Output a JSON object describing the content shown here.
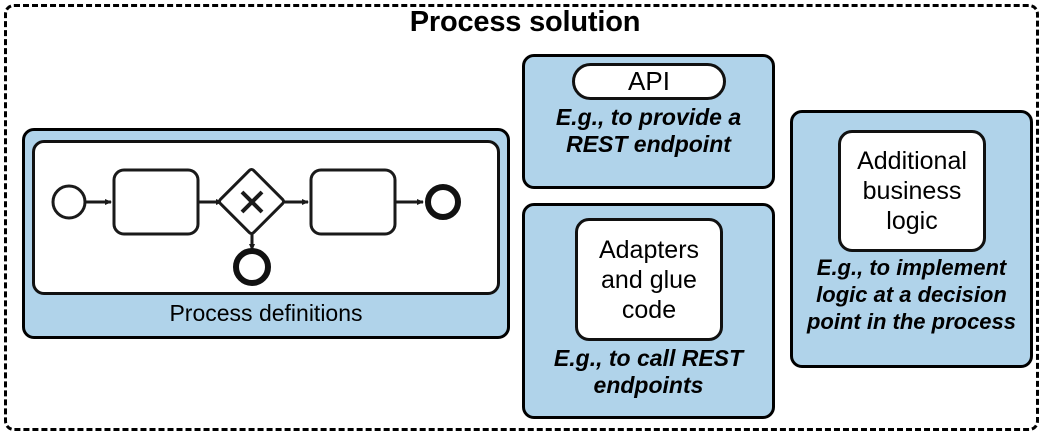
{
  "diagram": {
    "title": "Process solution",
    "outer_border_style": "dashed",
    "accent_color": "#b0d3ea",
    "line_color": "#000000",
    "panels": [
      {
        "id": "process-definitions",
        "label": "Process definitions",
        "caption": "",
        "contains": "bpmn-process-model"
      },
      {
        "id": "api",
        "label": "API",
        "caption": "E.g., to provide a\nREST endpoint"
      },
      {
        "id": "adapters",
        "label": "Adapters\nand glue\ncode",
        "caption": "E.g., to call REST\nendpoints"
      },
      {
        "id": "additional-business-logic",
        "label": "Additional\nbusiness\nlogic",
        "caption": "E.g., to implement\nlogic at a decision\npoint in the process"
      }
    ],
    "bpmn": {
      "elements": [
        {
          "name": "start-event",
          "type": "start-event"
        },
        {
          "name": "task-1",
          "type": "task"
        },
        {
          "name": "exclusive-gateway",
          "type": "exclusive-gateway"
        },
        {
          "name": "task-2",
          "type": "task"
        },
        {
          "name": "end-event-main",
          "type": "end-event"
        },
        {
          "name": "end-event-branch",
          "type": "end-event"
        }
      ],
      "flows": [
        "start-event -> task-1",
        "task-1 -> exclusive-gateway",
        "exclusive-gateway -> task-2",
        "task-2 -> end-event-main",
        "exclusive-gateway -> end-event-branch"
      ]
    }
  }
}
